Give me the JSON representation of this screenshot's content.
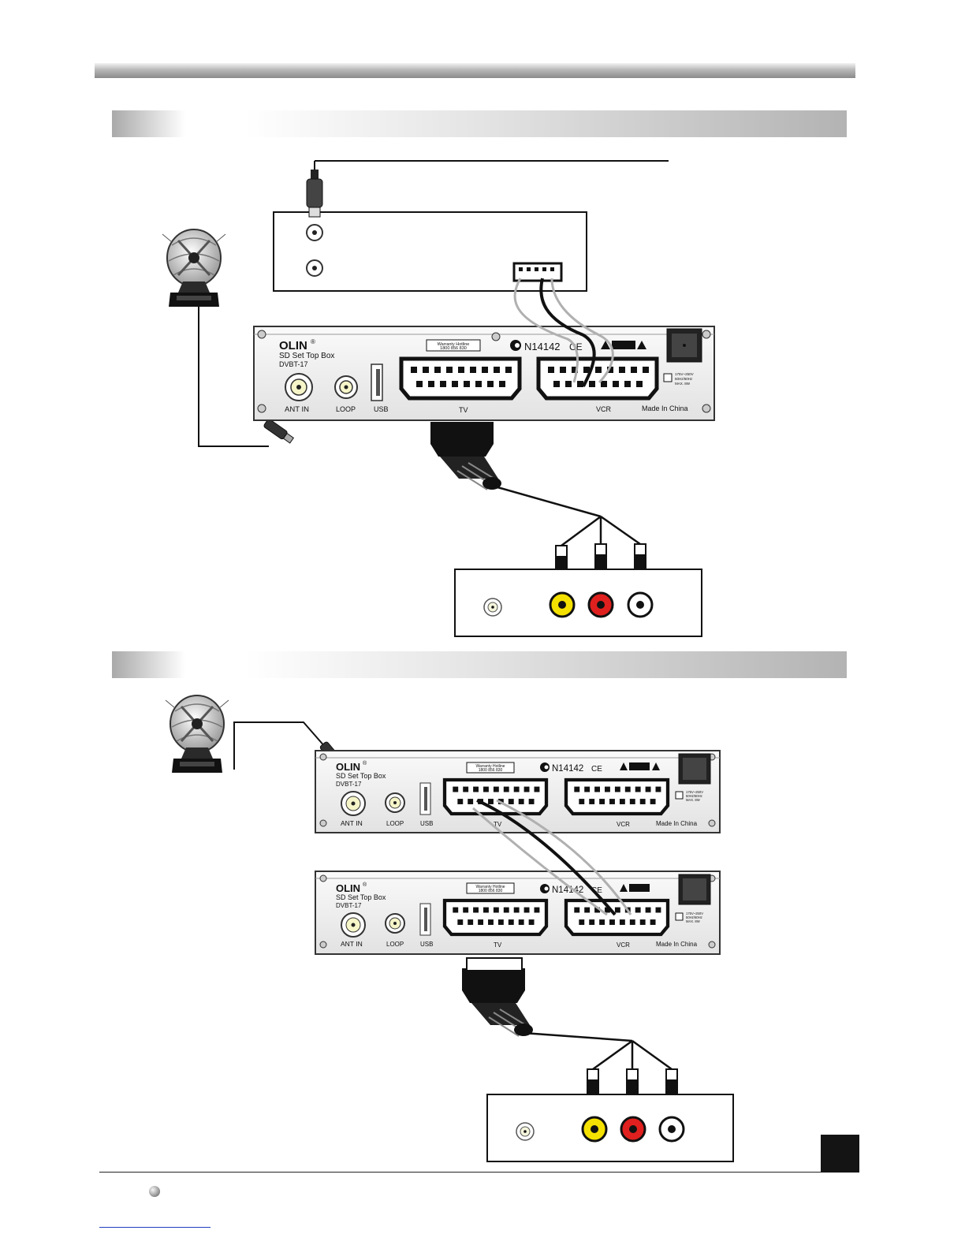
{
  "colors": {
    "yellow": "#f5e100",
    "red": "#e0201e",
    "white": "#ffffff",
    "panel": "#f1f1f1",
    "cable_grey": "#b0b0b0",
    "cable_black": "#111111"
  },
  "stb": {
    "brand": "OLIN",
    "brand_mark": "®",
    "model_line1": "SD Set Top Box",
    "model_line2": "DVBT-17",
    "port_ant_in": "ANT IN",
    "port_loop": "LOOP",
    "port_usb": "USB",
    "port_tv": "TV",
    "port_vcr": "VCR",
    "made_in": "Made In China",
    "warranty_line1": "Warranty Hotline",
    "warranty_line2": "1800 856 830",
    "cert_code": "N14142",
    "ce_mark": "CE",
    "power_line1": "175V~250V",
    "power_line2": "50Hz/60Hz",
    "power_line3": "MAX. 8W"
  },
  "icons": [
    "antenna-icon",
    "rf-plug-icon",
    "scart-plug-icon",
    "rca-plug-icon",
    "c-tick-icon",
    "warning-triangle-icon",
    "power-switch-icon",
    "bullet-dot-icon"
  ]
}
